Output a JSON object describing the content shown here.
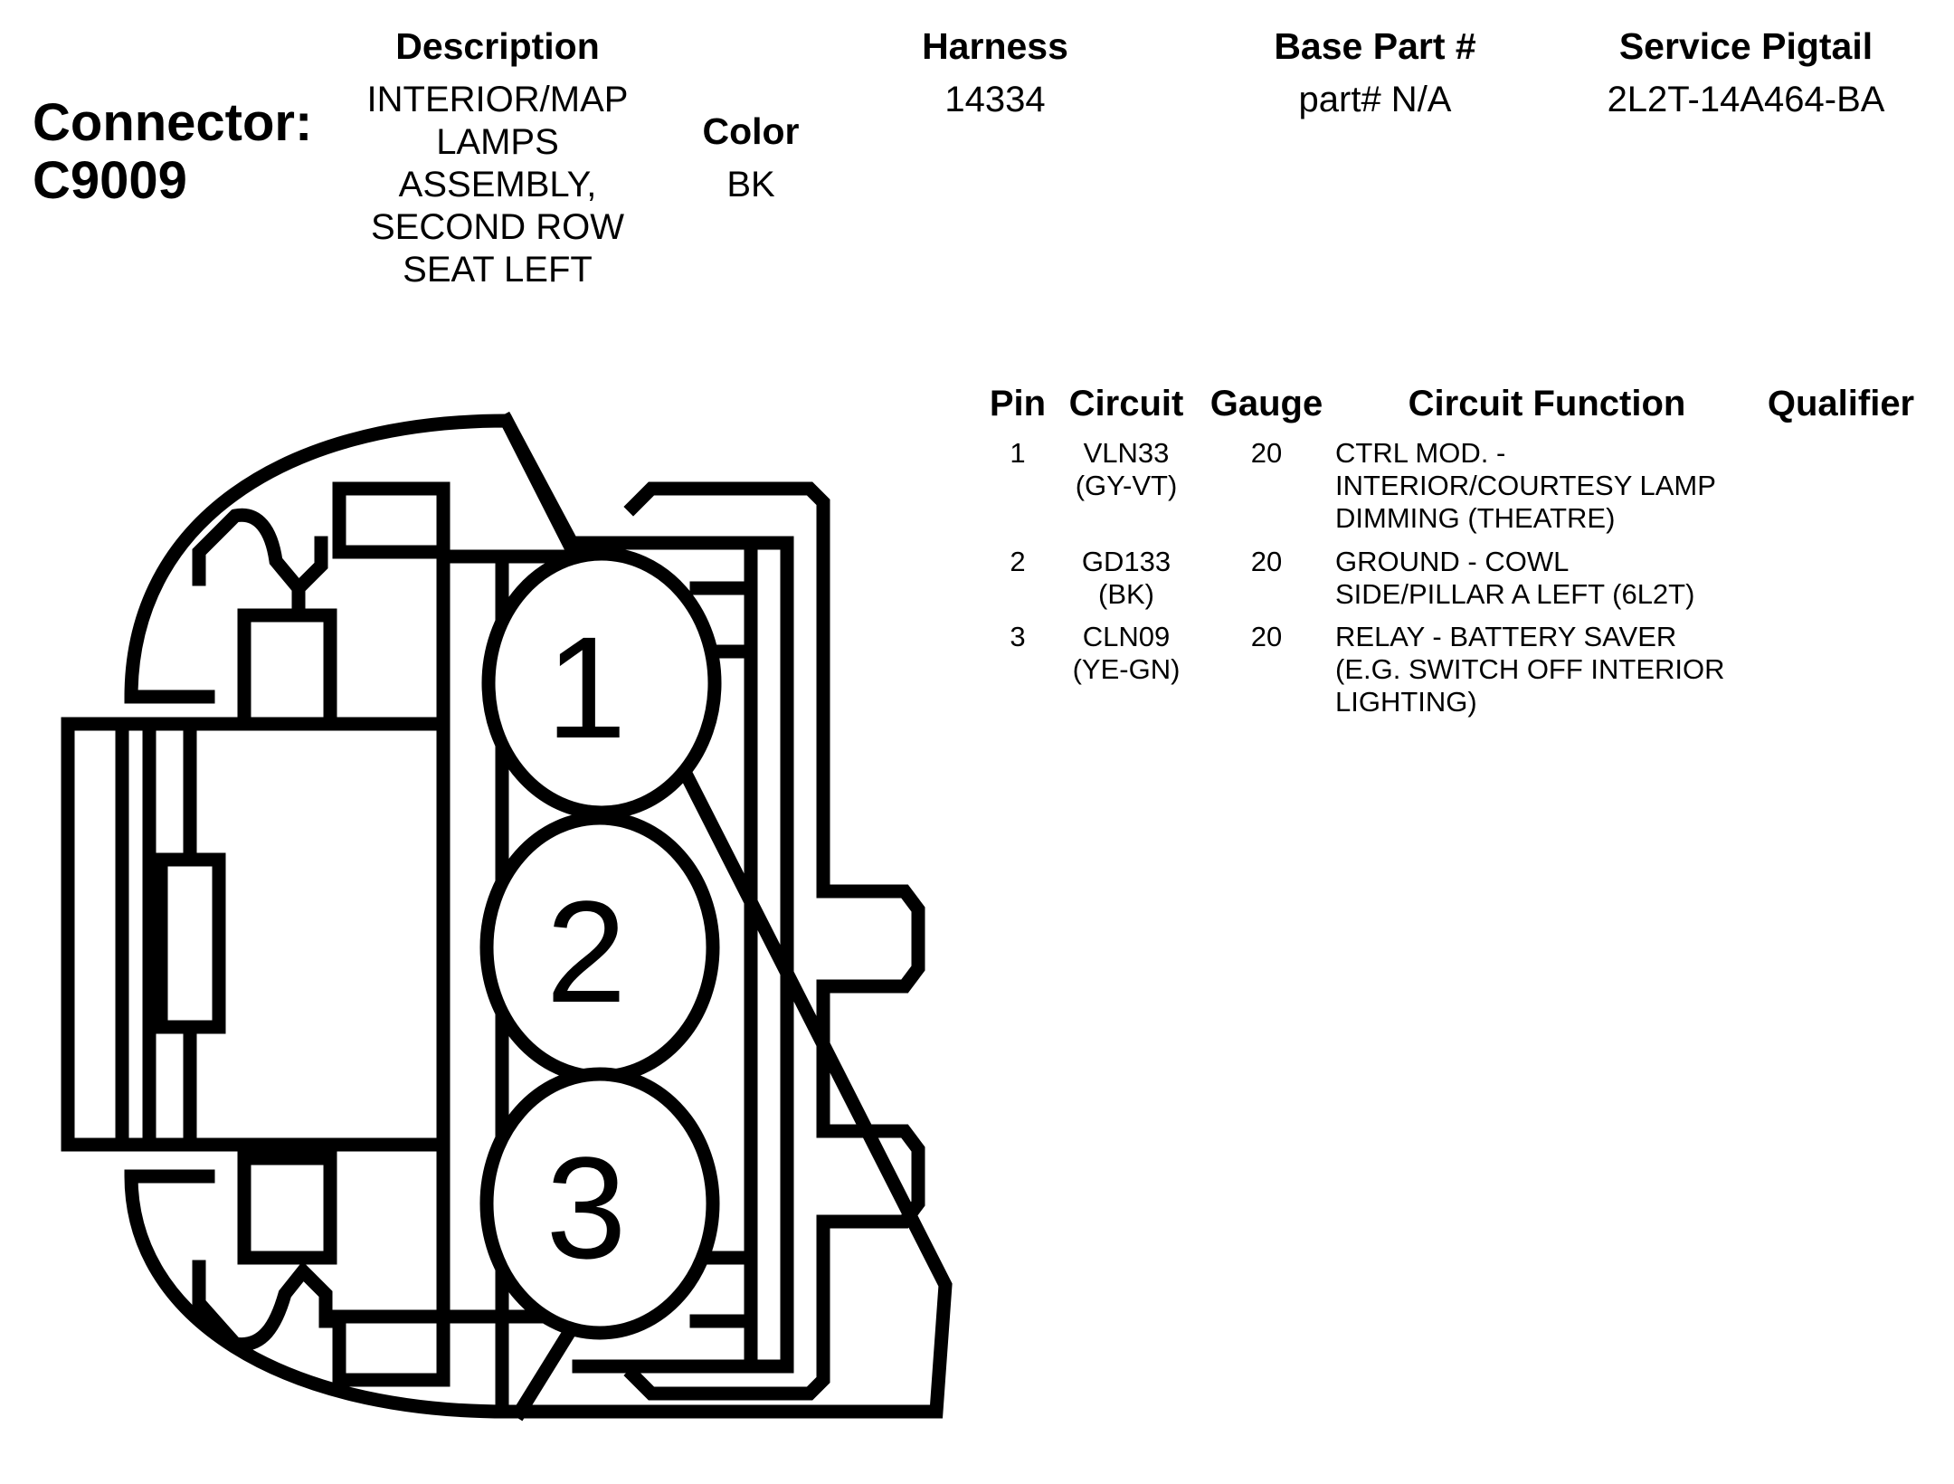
{
  "connector": {
    "label": "Connector:",
    "id": "C9009"
  },
  "headers": {
    "description": "Description",
    "color": "Color",
    "harness": "Harness",
    "base_part": "Base Part #",
    "service_pigtail": "Service Pigtail"
  },
  "values": {
    "description_lines": [
      "INTERIOR/MAP",
      "LAMPS",
      "ASSEMBLY,",
      "SECOND ROW",
      "SEAT LEFT"
    ],
    "color": "BK",
    "harness": "14334",
    "base_part": "part# N/A",
    "service_pigtail": "2L2T-14A464-BA"
  },
  "pin_table": {
    "columns": {
      "pin": "Pin",
      "circuit": "Circuit",
      "gauge": "Gauge",
      "function": "Circuit Function",
      "qualifier": "Qualifier"
    },
    "rows": [
      {
        "pin": "1",
        "circuit": "VLN33",
        "circuit_color": "(GY-VT)",
        "gauge": "20",
        "function_lines": [
          "CTRL MOD. -",
          "INTERIOR/COURTESY LAMP",
          "DIMMING (THEATRE)"
        ],
        "qualifier": ""
      },
      {
        "pin": "2",
        "circuit": "GD133",
        "circuit_color": "(BK)",
        "gauge": "20",
        "function_lines": [
          "GROUND - COWL",
          "SIDE/PILLAR A LEFT (6L2T)"
        ],
        "qualifier": ""
      },
      {
        "pin": "3",
        "circuit": "CLN09",
        "circuit_color": "(YE-GN)",
        "gauge": "20",
        "function_lines": [
          "RELAY - BATTERY SAVER",
          "(E.G. SWITCH OFF INTERIOR",
          "LIGHTING)"
        ],
        "qualifier": ""
      }
    ]
  },
  "diagram": {
    "pin_labels": [
      "1",
      "2",
      "3"
    ],
    "stroke_color": "#000000"
  }
}
